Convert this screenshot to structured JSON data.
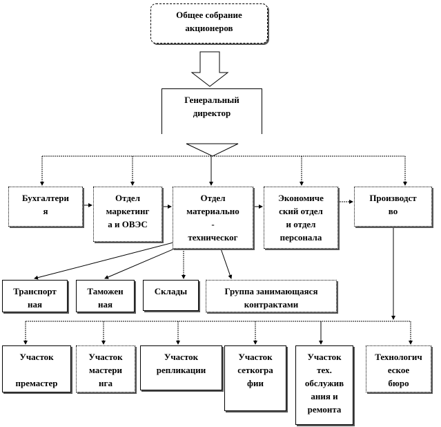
{
  "top": "Общее собрание\nакционеров",
  "director": "Генеральный\nдиректор",
  "departments": [
    "Бухгалтери\nя",
    "Отдел\nмаркетинг\nа и ОВЭС",
    "Отдел\nматериально\n-\nтехническог",
    "Экономиче\nский отдел\nи отдел\nперсонала",
    "Производст\nво"
  ],
  "logistics": [
    "Транспорт\nная",
    "Таможен\nная",
    "Склады",
    "Группа занимающаяся\nконтрактами"
  ],
  "production": [
    "Участок\n\nпремастер",
    "Участок\nмастери\nнга",
    "Участок\nрепликации",
    "Участок\nсеткогра\nфии",
    "Участок\nтех.\nобслужив\nания и\nремонта",
    "Технологич\nеское\nбюро"
  ]
}
